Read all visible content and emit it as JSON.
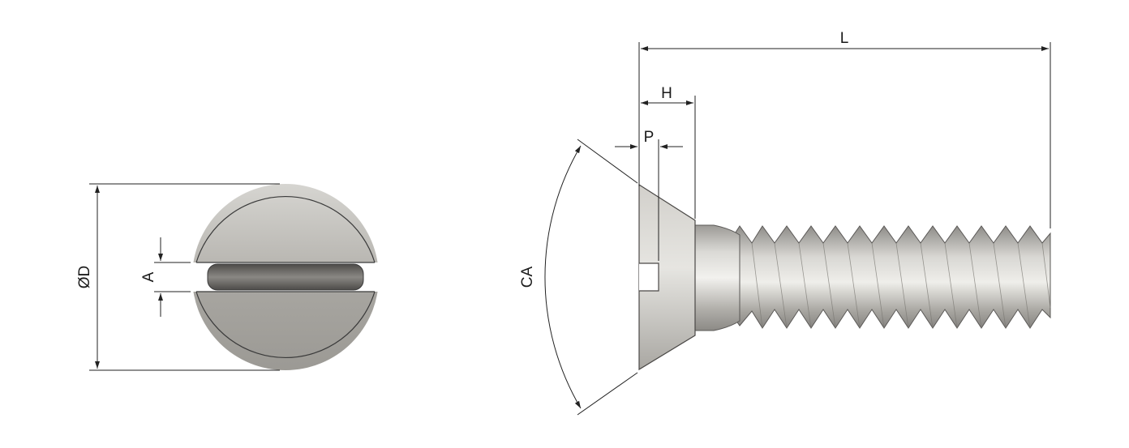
{
  "diagram": {
    "labels": {
      "diameter": "ØD",
      "slot_width": "A",
      "countersink_angle": "CA",
      "length": "L",
      "head_height": "H",
      "slot_depth": "P"
    },
    "colors": {
      "dimension_line": "#222222",
      "metal_light": "#d9d8d4",
      "metal_mid": "#b3b1ac",
      "metal_dark": "#8f8d88",
      "slot_shadow": "#5e5c58"
    }
  }
}
